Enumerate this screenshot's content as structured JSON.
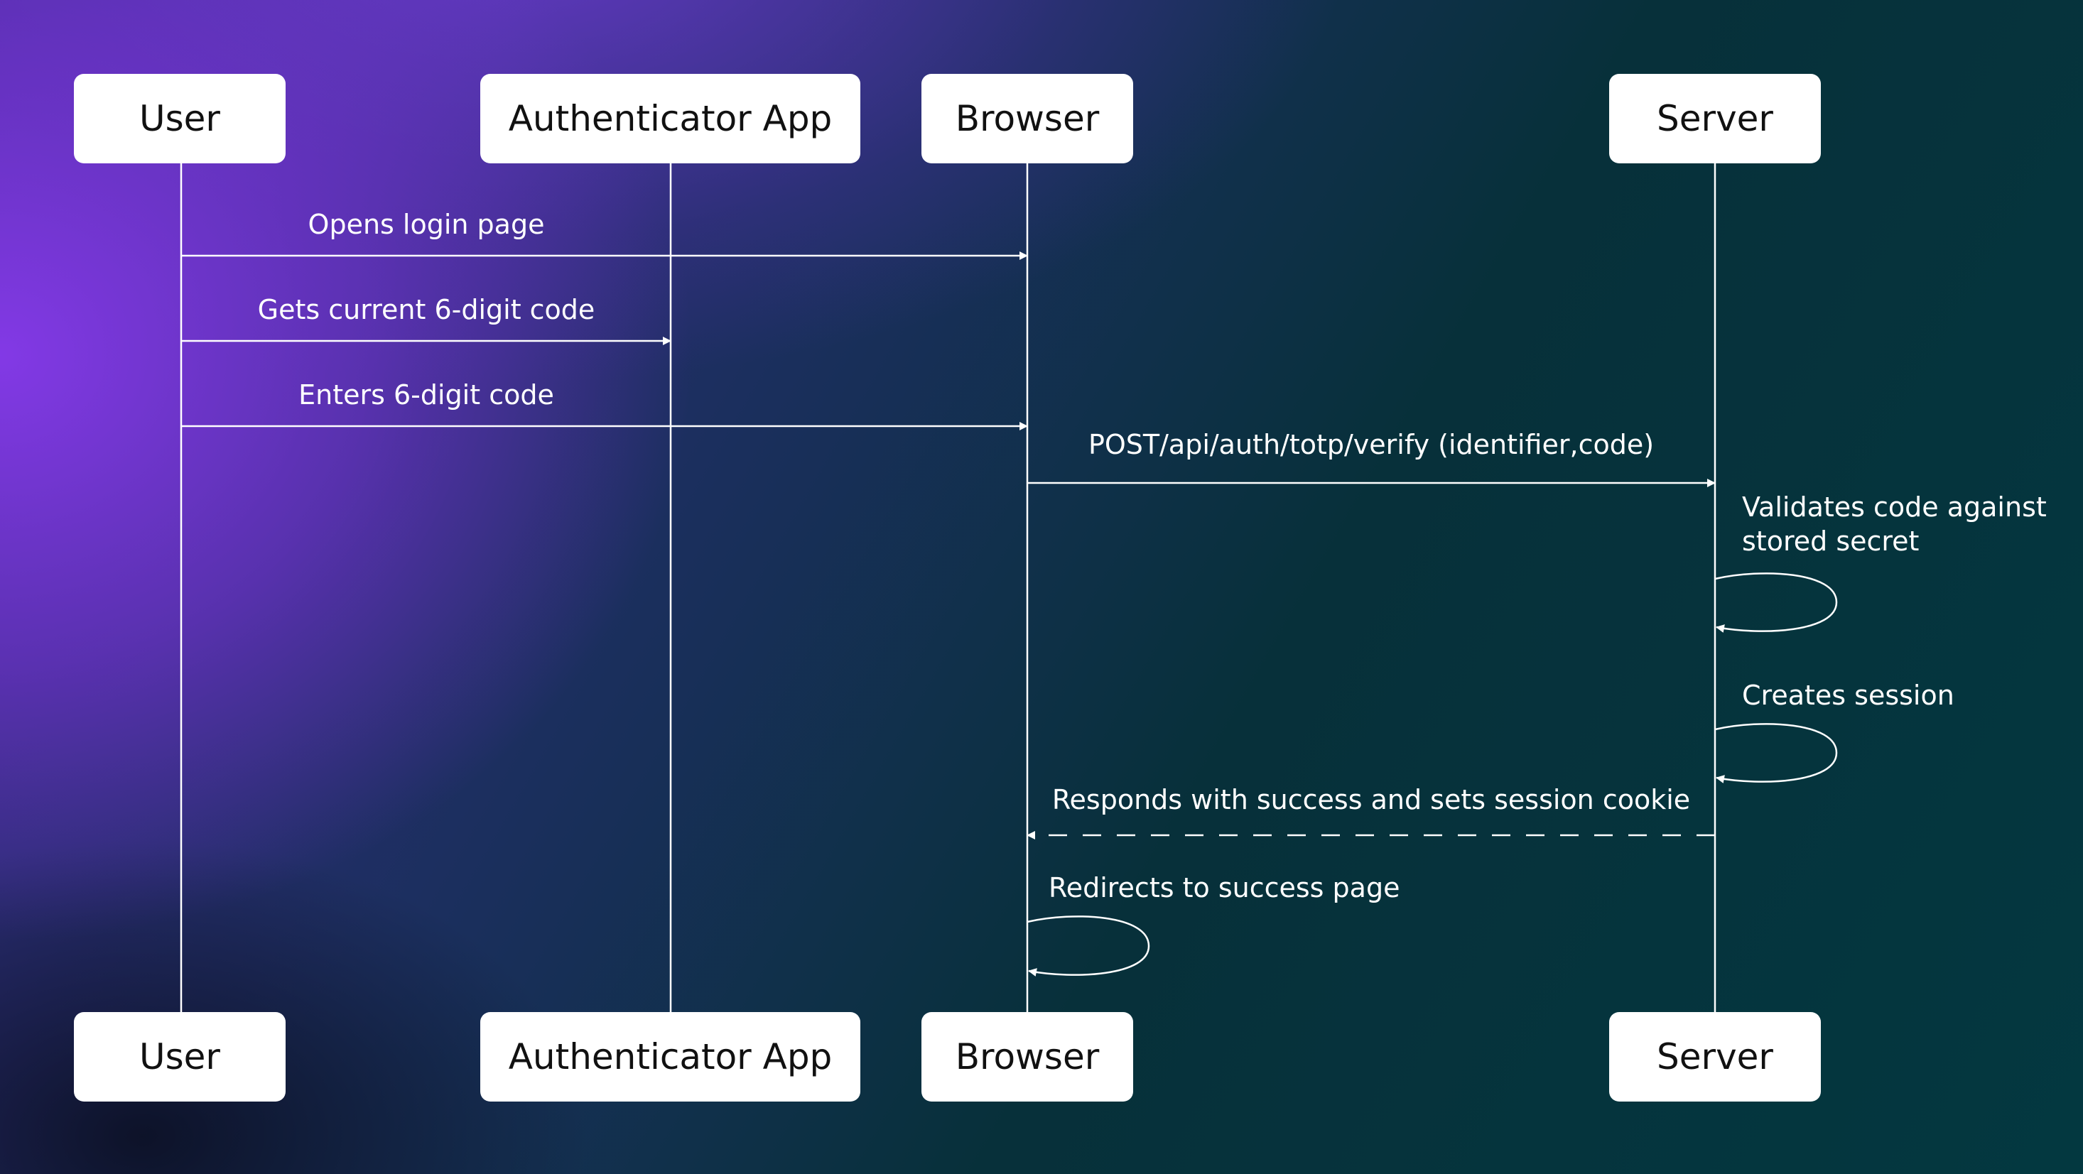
{
  "actors": [
    {
      "id": "user",
      "label": "User"
    },
    {
      "id": "auth_app",
      "label": "Authenticator App"
    },
    {
      "id": "browser",
      "label": "Browser"
    },
    {
      "id": "server",
      "label": "Server"
    }
  ],
  "messages": [
    {
      "from": "user",
      "to": "browser",
      "label": "Opens login page",
      "style": "solid"
    },
    {
      "from": "user",
      "to": "auth_app",
      "label": "Gets current 6-digit code",
      "style": "solid"
    },
    {
      "from": "user",
      "to": "browser",
      "label": "Enters 6-digit code",
      "style": "solid"
    },
    {
      "from": "browser",
      "to": "server",
      "label": "POST/api/auth/totp/verify (identifier,code)",
      "style": "solid"
    },
    {
      "from": "server",
      "to": "server",
      "label_lines": [
        "Validates code against",
        "stored secret"
      ],
      "style": "self"
    },
    {
      "from": "server",
      "to": "server",
      "label": "Creates session",
      "style": "self"
    },
    {
      "from": "server",
      "to": "browser",
      "label": "Responds with success and sets session cookie",
      "style": "dashed"
    },
    {
      "from": "browser",
      "to": "browser",
      "label": "Redirects to success page",
      "style": "self"
    }
  ],
  "colors": {
    "box": "#ffffff",
    "line": "#ffffff",
    "box_text": "#111111"
  }
}
